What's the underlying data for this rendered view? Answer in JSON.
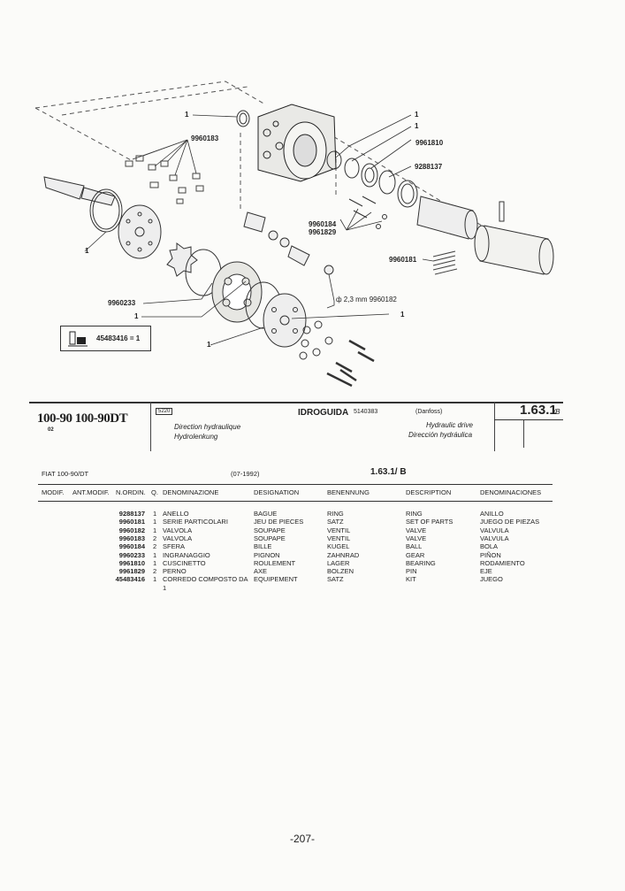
{
  "diagram": {
    "callouts": {
      "c1_top": "1",
      "c9960183": "9960183",
      "c1_right_a": "1",
      "c1_right_b": "1",
      "c9961810": "9961810",
      "c9288137": "9288137",
      "c9960184": "9960184",
      "c9961829": "9961829",
      "c9960181": "9960181",
      "c1_left": "1",
      "c9960233": "9960233",
      "c1_mid": "1",
      "c1_right_c": "1",
      "c9960182": "ф 2,3 mm 9960182",
      "c1_bottom": "1"
    },
    "kit_label": "45483416 = 1"
  },
  "title_block": {
    "models": "100-90 100-90DT",
    "sub": "02",
    "code": "5220",
    "fr_title": "Direction hydraulique",
    "de_title": "Hydrolenkung",
    "it_title": "IDROGUIDA",
    "part_number": "5140383",
    "maker": "(Danfoss)",
    "en_title": "Hydraulic drive",
    "es_title": "Dirección hydráulica",
    "ref": "1.63.1",
    "ref_sub": "/B"
  },
  "list": {
    "model": "FIAT 100-90/DT",
    "date": "(07-1992)",
    "ref": "1.63.1/ B",
    "headers": [
      "MODIF.",
      "ANT.MODIF.",
      "N.ORDIN.",
      "Q.",
      "DENOMINAZIONE",
      "DESIGNATION",
      "BENENNUNG",
      "DESCRIPTION",
      "DENOMINACIONES"
    ],
    "rows": [
      {
        "ord": "9288137",
        "q": "1",
        "it": "ANELLO",
        "fr": "BAGUE",
        "de": "RING",
        "en": "RING",
        "es": "ANILLO"
      },
      {
        "ord": "9960181",
        "q": "1",
        "it": "SERIE PARTICOLARI",
        "fr": "JEU DE PIECES",
        "de": "SATZ",
        "en": "SET OF PARTS",
        "es": "JUEGO DE PIEZAS"
      },
      {
        "ord": "9960182",
        "q": "1",
        "it": "VALVOLA",
        "fr": "SOUPAPE",
        "de": "VENTIL",
        "en": "VALVE",
        "es": "VALVULA"
      },
      {
        "ord": "9960183",
        "q": "2",
        "it": "VALVOLA",
        "fr": "SOUPAPE",
        "de": "VENTIL",
        "en": "VALVE",
        "es": "VALVULA"
      },
      {
        "ord": "9960184",
        "q": "2",
        "it": "SFERA",
        "fr": "BILLE",
        "de": "KUGEL",
        "en": "BALL",
        "es": "BOLA"
      },
      {
        "ord": "9960233",
        "q": "1",
        "it": "INGRANAGGIO",
        "fr": "PIGNON",
        "de": "ZAHNRAD",
        "en": "GEAR",
        "es": "PIÑON"
      },
      {
        "ord": "9961810",
        "q": "1",
        "it": "CUSCINETTO",
        "fr": "ROULEMENT",
        "de": "LAGER",
        "en": "BEARING",
        "es": "RODAMIENTO"
      },
      {
        "ord": "9961829",
        "q": "2",
        "it": "PERNO",
        "fr": "AXE",
        "de": "BOLZEN",
        "en": "PIN",
        "es": "EJE"
      },
      {
        "ord": "45483416",
        "q": "1",
        "it": "CORREDO COMPOSTO DA",
        "fr": "EQUIPEMENT",
        "de": "SATZ",
        "en": "KIT",
        "es": "JUEGO"
      },
      {
        "ord": "",
        "q": "",
        "it": "1",
        "fr": "",
        "de": "",
        "en": "",
        "es": ""
      }
    ]
  },
  "page_number": "-207-"
}
